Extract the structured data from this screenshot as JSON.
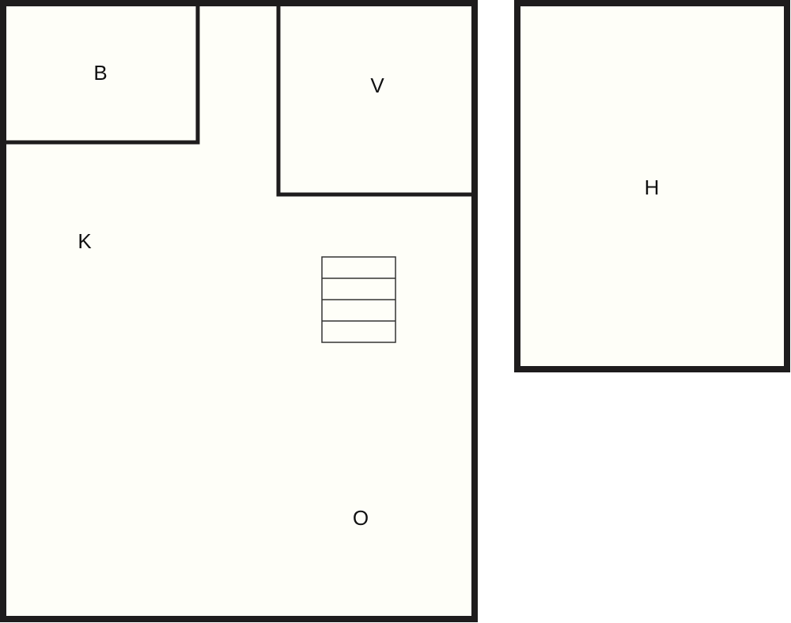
{
  "diagram": {
    "type": "floor-plan",
    "colors": {
      "wall": "#1e1c1d",
      "floor": "#fefef8",
      "background": "#ffffff",
      "stair_line": "#333333"
    },
    "rooms": [
      {
        "id": "B",
        "label": "B"
      },
      {
        "id": "V",
        "label": "V"
      },
      {
        "id": "K",
        "label": "K"
      },
      {
        "id": "O",
        "label": "O"
      },
      {
        "id": "H",
        "label": "H"
      }
    ],
    "stairs": {
      "steps": 4
    }
  }
}
